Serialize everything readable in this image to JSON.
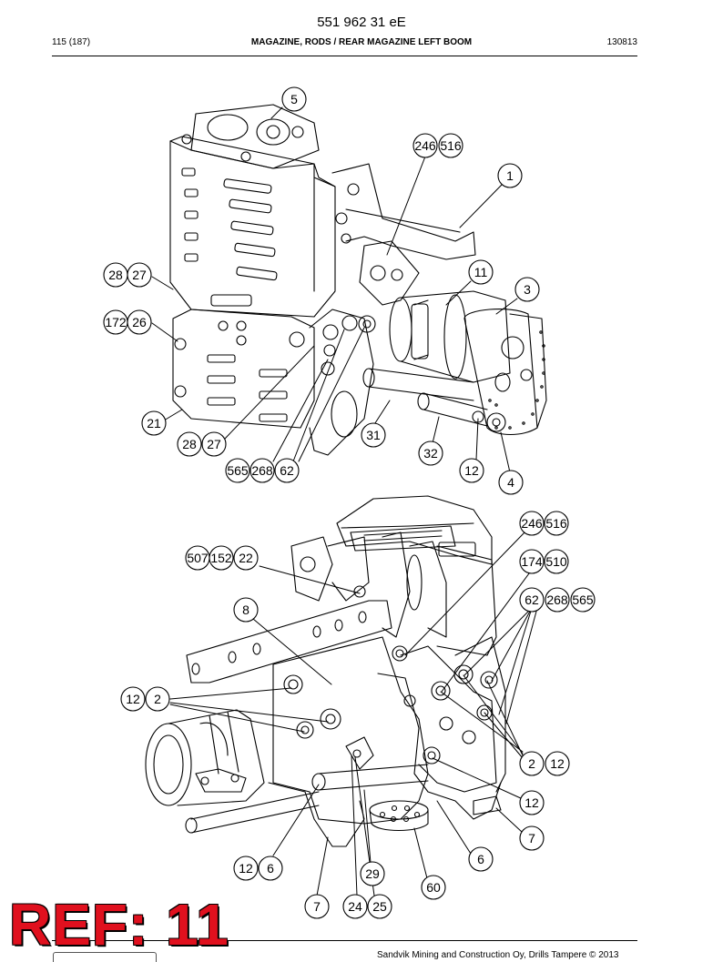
{
  "header": {
    "doc_number": "551 962 31 eE",
    "page": "115 (187)",
    "title": "MAGAZINE, RODS / REAR MAGAZINE LEFT BOOM",
    "date_code": "130813"
  },
  "callouts_top": [
    "5",
    "246",
    "516",
    "1",
    "11",
    "3",
    "28",
    "27",
    "172",
    "26",
    "21",
    "31",
    "28",
    "27",
    "32",
    "565",
    "268",
    "62",
    "12",
    "4"
  ],
  "callouts_bottom": [
    "246",
    "516",
    "507",
    "152",
    "22",
    "174",
    "510",
    "8",
    "62",
    "268",
    "565",
    "12",
    "2",
    "2",
    "12",
    "12",
    "7",
    "6",
    "12",
    "6",
    "29",
    "60",
    "7",
    "24",
    "25"
  ],
  "stamp": "REF: 11",
  "footer": {
    "copyright": "Sandvik Mining and Construction Oy, Drills Tampere © 2013"
  }
}
